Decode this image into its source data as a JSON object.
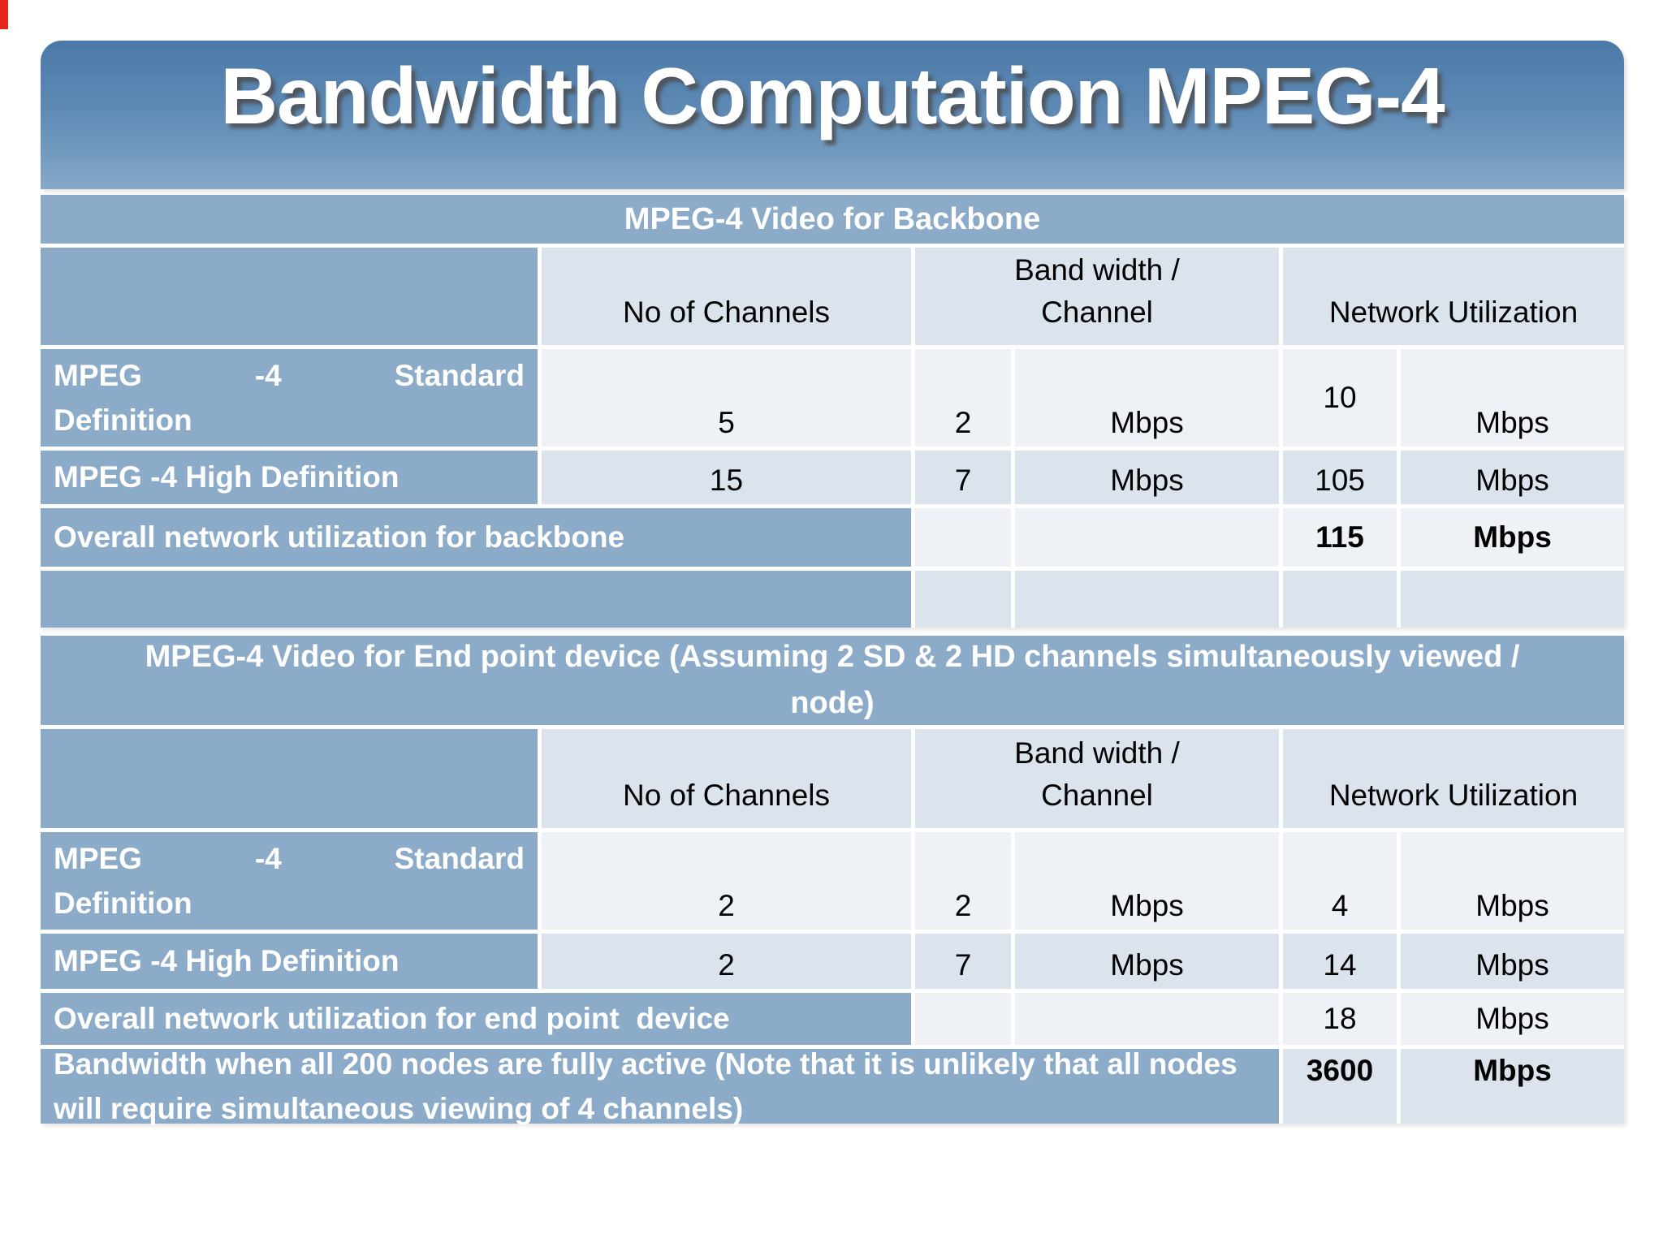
{
  "marker": {
    "color": "#e5261c"
  },
  "slide": {
    "title": "Bandwidth Computation MPEG-4",
    "backbone": {
      "section_title": "MPEG-4 Video for Backbone",
      "headers": {
        "channels": "No of Channels",
        "bandwidth_line1": "Band width /",
        "bandwidth_line2": "Channel",
        "utilization": "Network Utilization"
      },
      "sd": {
        "label_word1": "MPEG",
        "label_word2": "-4",
        "label_word3": "Standard",
        "label_line2": "Definition",
        "channels": "5",
        "bandwidth": "2",
        "bandwidth_unit": "Mbps",
        "utilization": "10",
        "utilization_unit": "Mbps"
      },
      "hd": {
        "label": "MPEG -4 High Definition",
        "channels": "15",
        "bandwidth": "7",
        "bandwidth_unit": "Mbps",
        "utilization": "105",
        "utilization_unit": "Mbps"
      },
      "overall": {
        "label": "Overall network utilization for backbone",
        "utilization": "115",
        "utilization_unit": "Mbps"
      }
    },
    "endpoint": {
      "section_title": "MPEG-4 Video for End point device (Assuming 2 SD & 2 HD channels simultaneously viewed / node)",
      "headers": {
        "channels": "No of Channels",
        "bandwidth_line1": "Band width /",
        "bandwidth_line2": "Channel",
        "utilization": "Network Utilization"
      },
      "sd": {
        "label_word1": "MPEG",
        "label_word2": "-4",
        "label_word3": "Standard",
        "label_line2": "Definition",
        "channels": "2",
        "bandwidth": "2",
        "bandwidth_unit": "Mbps",
        "utilization": "4",
        "utilization_unit": "Mbps"
      },
      "hd": {
        "label": "MPEG -4 High Definition",
        "channels": "2",
        "bandwidth": "7",
        "bandwidth_unit": "Mbps",
        "utilization": "14",
        "utilization_unit": "Mbps"
      },
      "overall": {
        "label": "Overall network utilization for end point  device",
        "utilization": "18",
        "utilization_unit": "Mbps"
      },
      "total": {
        "label": "Bandwidth when all 200 nodes are fully active (Note that it is unlikely that all nodes will require simultaneous viewing of 4 channels)",
        "value": "3600",
        "unit": "Mbps"
      }
    }
  }
}
